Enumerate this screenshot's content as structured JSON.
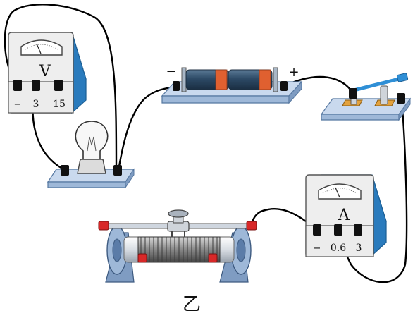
{
  "voltmeter": {
    "symbol": "V",
    "terminals": [
      "−",
      "3",
      "15"
    ]
  },
  "ammeter": {
    "symbol": "A",
    "terminals": [
      "−",
      "0.6",
      "3"
    ]
  },
  "battery": {
    "negative_label": "−",
    "positive_label": "+"
  },
  "figure_label": "乙",
  "colors": {
    "meter_blue": "#2f8fd6",
    "meter_body": "#eeeeee",
    "base_blue": "#b9cde6",
    "cell_dark": "#2d4a66",
    "cell_orange": "#e06030",
    "wire": "#000000",
    "terminal_red": "#d82828"
  }
}
